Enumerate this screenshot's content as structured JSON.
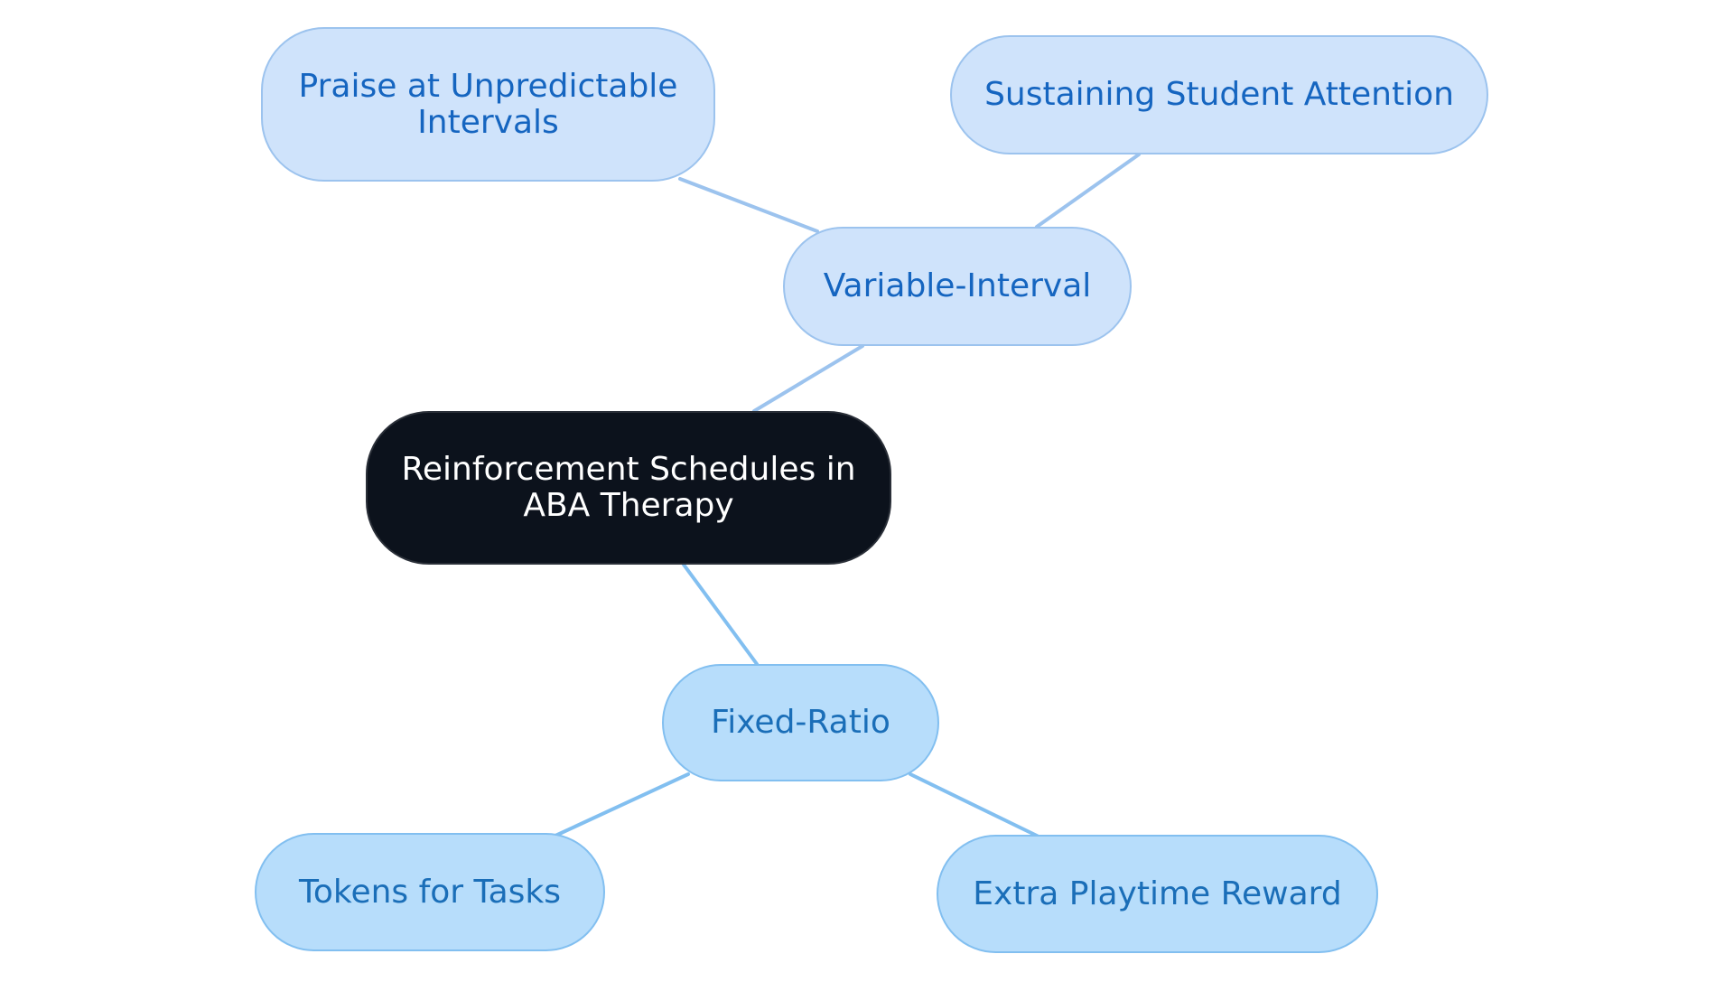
{
  "colors": {
    "root_fill": "#0c121c",
    "root_border": "#2a2f38",
    "root_text": "#ffffff",
    "vi_fill": "#cfe3fb",
    "vi_border": "#9cc3ee",
    "vi_text": "#1565c0",
    "vi_edge": "#9cc3ee",
    "fr_fill": "#b7ddfb",
    "fr_border": "#82bff0",
    "fr_text": "#1a6eb8",
    "fr_edge": "#82bff0"
  },
  "nodes": {
    "root": {
      "label": "Reinforcement Schedules in ABA Therapy"
    },
    "variable_interval": {
      "label": "Variable-Interval"
    },
    "praise": {
      "label": "Praise at Unpredictable Intervals"
    },
    "sustaining": {
      "label": "Sustaining Student Attention"
    },
    "fixed_ratio": {
      "label": "Fixed-Ratio"
    },
    "tokens": {
      "label": "Tokens for Tasks"
    },
    "playtime": {
      "label": "Extra Playtime Reward"
    }
  }
}
